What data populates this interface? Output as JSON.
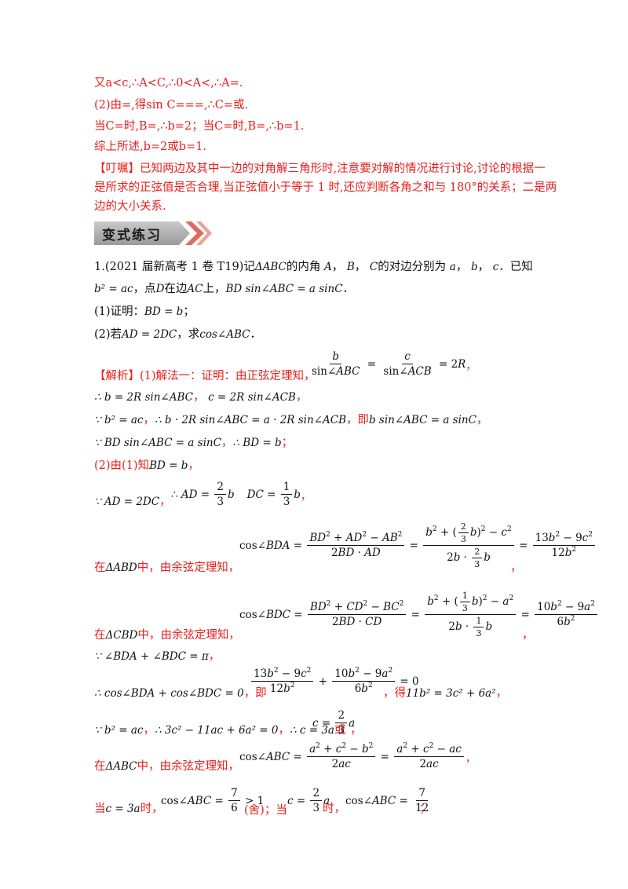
{
  "top_lines": {
    "l1": "又a<c,∴A<C,∴0<A<,∴A=.",
    "l2": "(2)由=,得sin  C===,∴C=或.",
    "l3": "当C=时,B=,∴b=2；当C=时,B=,∴b=1.",
    "l4": "综上所述,b=2或b=1.",
    "tip_label": "【叮嘱】",
    "tip_text_1": "已知两边及其中一边的对角解三角形时,注意要对解的情况进行讨论,讨论的根据一",
    "tip_text_2": "是所求的正弦值是否合理,当正弦值小于等于 1 时,还应判断各角之和与 180°的关系；二是两",
    "tip_text_3": "边的大小关系."
  },
  "banner": {
    "label": "变式练习"
  },
  "problem": {
    "p1_a": "1.(2021 届新高考 1 卷 T19)记",
    "p1_b": "ΔABC",
    "p1_c": "的内角",
    "p1_A": "A",
    "p1_B": "B",
    "p1_C": "C",
    "p1_d": "的对边分别为",
    "p1_a2": "a",
    "p1_b2": "b",
    "p1_c2": "c",
    "p1_e": "．已知",
    "p2_a": "b² = ac",
    "p2_b": "，点",
    "p2_D": "D",
    "p2_c": "在边",
    "p2_AC": "AC",
    "p2_d": "上，",
    "p2_eq": "BD sin∠ABC = a sinC",
    "p2_e": "．",
    "q1_a": "(1)证明：",
    "q1_eq": "BD = b",
    "q1_b": "；",
    "q2_a": "(2)若",
    "q2_eq": "AD = 2DC",
    "q2_b": "，求",
    "q2_eq2": "cos∠ABC",
    "q2_c": "．"
  },
  "solution": {
    "s1_label": "【解析】",
    "s1_text": "(1)解法一：证明：由正弦定理知，",
    "s1_comma": "，",
    "s2": "∴ b = 2R sin∠ABC",
    "s2_comma": "，",
    "s2b": "c = 2R sin∠ACB",
    "s2b_comma": "，",
    "s3_a": "∵ b² = ac",
    "s3_b": "，",
    "s3_c": "∴ b · 2R sin∠ABC = a · 2R sin∠ACB",
    "s3_d": "，即",
    "s3_e": "b sin∠ABC = a sinC",
    "s3_f": "，",
    "s4_a": "∵ BD sin∠ABC = a sinC",
    "s4_b": "，",
    "s4_c": "∴ BD = b",
    "s4_d": "；",
    "s5_a": "(2)由(1)知",
    "s5_eq": "BD = b",
    "s5_b": "，",
    "s6_a": "∵ AD = 2DC",
    "s6_b": "，",
    "s7_label": "在",
    "s7_tri": "ΔABD",
    "s7_text": "中，由余弦定理知，",
    "s7_comma": "，",
    "s8_label": "在",
    "s8_tri": "ΔCBD",
    "s8_text": "中，由余弦定理知，",
    "s8_comma": "，",
    "s9": "∵ ∠BDA + ∠BDC = π",
    "s9_comma": "，",
    "s10_a": "∴ cos∠BDA + cos∠BDC = 0",
    "s10_b": "，即",
    "s10_c": "，得",
    "s10_d": "11b² = 3c² + 6a²",
    "s10_e": "，",
    "s11_a": "∵ b² = ac",
    "s11_b": "，",
    "s11_c": "∴ 3c² − 11ac + 6a² = 0",
    "s11_d": "，",
    "s11_e": "∴ c = 3a",
    "s11_f": "或",
    "s11_g": "，",
    "s12_label": "在",
    "s12_tri": "ΔABC",
    "s12_text": "中，由余弦定理知，",
    "s12_comma": "，",
    "s13_a": "当",
    "s13_b": "c = 3a",
    "s13_c": "时，",
    "s13_d": "(舍)",
    "s13_e": "；当",
    "s13_f": "时，",
    "s13_g": "；"
  }
}
